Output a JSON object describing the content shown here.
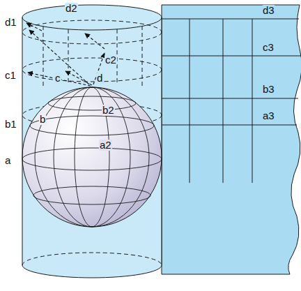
{
  "diagram": {
    "labels": [
      "d2",
      "d3",
      "d1",
      "c2",
      "c3",
      "c1",
      "c",
      "d",
      "b2",
      "b3",
      "b1",
      "b",
      "a2",
      "a3",
      "a"
    ]
  }
}
